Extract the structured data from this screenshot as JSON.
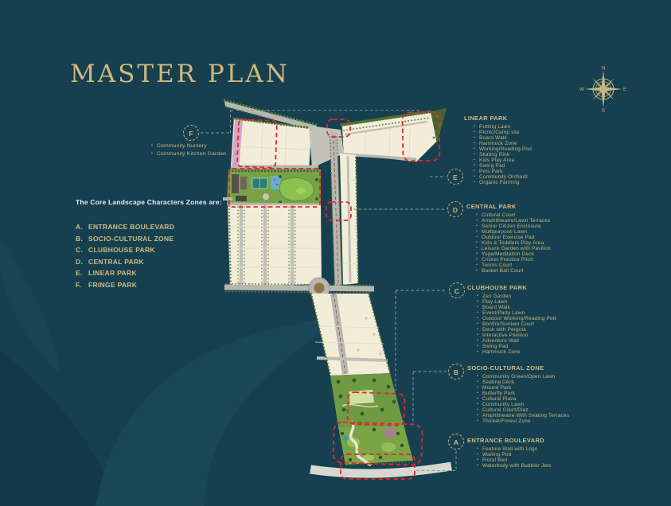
{
  "title": "MASTER PLAN",
  "compass": {
    "n": "N",
    "s": "S",
    "e": "E",
    "w": "W"
  },
  "intro": {
    "heading": "The Core Landscape Characters Zones are:",
    "zones": [
      {
        "letter": "A.",
        "label": "ENTRANCE BOULEVARD"
      },
      {
        "letter": "B.",
        "label": "SOCIO-CULTURAL ZONE"
      },
      {
        "letter": "C.",
        "label": "CLUBHOUSE PARK"
      },
      {
        "letter": "D.",
        "label": "CENTRAL PARK"
      },
      {
        "letter": "E.",
        "label": "LINEAR PARK"
      },
      {
        "letter": "F.",
        "label": "FRINGE PARK"
      }
    ]
  },
  "fringe_park": {
    "marker": "F",
    "items": [
      "Community Nursery",
      "Community Kitchen Garden"
    ]
  },
  "sections": [
    {
      "marker": "E",
      "title": "LINEAR PARK",
      "items": [
        "Putting Lawn",
        "Picnic/Camp site",
        "Board Walk",
        "Hammock Zone",
        "Working/Reading Pod",
        "Skating Rink",
        "Kids Play Area",
        "Swing Pad",
        "Pets Park",
        "Community Orchard",
        "Organic Farming"
      ]
    },
    {
      "marker": "D",
      "title": "CENTRAL PARK",
      "items": [
        "Cultural Court",
        "Amphitheatre/Lawn Terraces",
        "Senior Citizen Enclosure",
        "Multipurpose Lawn",
        "Outdoor Exercise Pad",
        "Kids & Toddlers Play Area",
        "Leisure Garden with Pavilion",
        "Yoga/Meditation Deck",
        "Cricket Practice Pitch",
        "Tennis Court",
        "Basket Ball Court"
      ]
    },
    {
      "marker": "C",
      "title": "CLUBHOUSE PARK",
      "items": [
        "Zen Garden",
        "Play Lawn",
        "Board Walk",
        "Event/Party Lawn",
        "Outdoor Working/Reading Pod",
        "Bonfire/Sunken Court",
        "Deck with Pergola",
        "Interactive Pavilion",
        "Adventure Wall",
        "Swing Pad",
        "Hammock Zone"
      ]
    },
    {
      "marker": "B",
      "title": "SOCIO-CULTURAL ZONE",
      "items": [
        "Community Green/Open Lawn",
        "Seating Deck",
        "Mound Park",
        "Butterfly Park",
        "Cultural Plaza",
        "Community Lawn",
        "Cultural Court/Diaz",
        "Amphitheatre With Seating Terraces",
        "Thicket/Forest Zone"
      ]
    },
    {
      "marker": "A",
      "title": "ENTRANCE BOULEVARD",
      "items": [
        "Feature Wall with Logo",
        "Waiting Pod",
        "Floral Bed",
        "Waterbody with Bubbler Jets"
      ]
    }
  ],
  "colors": {
    "background": "#16404f",
    "gold": "#d0ba84",
    "title_gold": "#d2b87e",
    "white": "#e9eee9",
    "highlight_red": "#e8242c",
    "plan_cream": "#f2edd8",
    "plan_green": "#79a246",
    "pool_blue": "#62b1d2"
  }
}
